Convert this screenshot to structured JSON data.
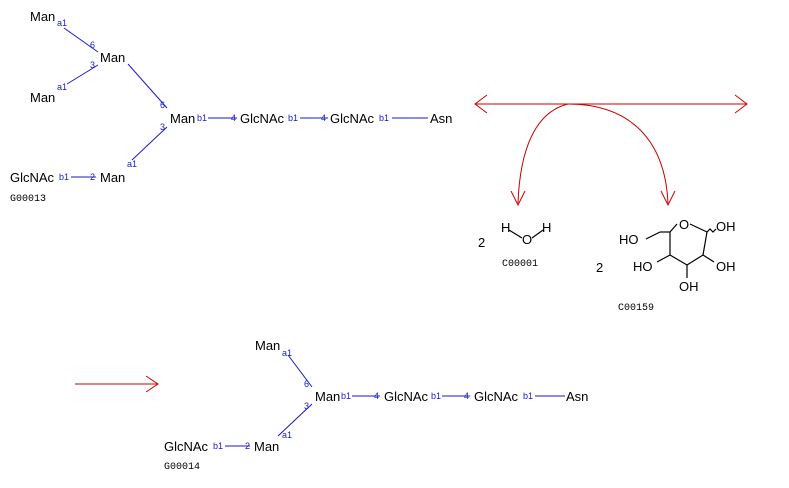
{
  "colors": {
    "linkage": "#1a1acc",
    "arrow": "#cc0000",
    "text": "#000000"
  },
  "substrate": {
    "id": "G00013",
    "residues": {
      "man_top": "Man",
      "man_mid": "Man",
      "man_low": "Man",
      "man_core": "Man",
      "glcnac1": "GlcNAc",
      "glcnac2": "GlcNAc",
      "asn": "Asn",
      "glcnac_branch": "GlcNAc",
      "man_branch": "Man"
    },
    "linkages": {
      "a1_top": "a1",
      "six_top": "6",
      "three_top": "3",
      "a1_low": "a1",
      "six_mid": "6",
      "three_mid": "3",
      "a1_branch": "a1",
      "b1_core": "b1",
      "four_1": "4",
      "b1_2": "b1",
      "four_2": "4",
      "b1_3": "b1",
      "b1_branch": "b1",
      "two_branch": "2"
    }
  },
  "products_side": {
    "water": {
      "coef": "2",
      "id": "C00001",
      "H1": "H",
      "O": "O",
      "H2": "H"
    },
    "sugar": {
      "coef": "2",
      "id": "C00159",
      "HO_ch2": "HO",
      "ring_O": "O",
      "OH_anomeric": "OH",
      "HO_c4": "HO",
      "OH_c2": "OH",
      "OH_c3": "OH"
    }
  },
  "product": {
    "id": "G00014",
    "residues": {
      "man_top": "Man",
      "man_core": "Man",
      "glcnac1": "GlcNAc",
      "glcnac2": "GlcNAc",
      "asn": "Asn",
      "glcnac_branch": "GlcNAc",
      "man_branch": "Man"
    },
    "linkages": {
      "a1_top": "a1",
      "six": "6",
      "three": "3",
      "a1_branch": "a1",
      "b1_core": "b1",
      "four_1": "4",
      "b1_2": "b1",
      "four_2": "4",
      "b1_3": "b1",
      "b1_branch": "b1",
      "two_branch": "2"
    }
  }
}
